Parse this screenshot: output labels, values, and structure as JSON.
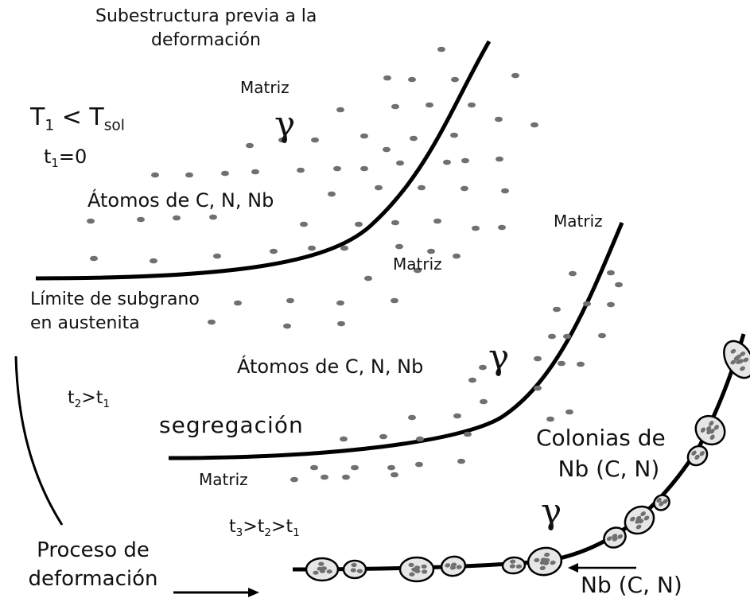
{
  "labels": {
    "substructure_line1": "Subestructura previa a la",
    "substructure_line2": "deformación",
    "matriz": "Matriz",
    "gamma": "γ",
    "T1": "T",
    "T1_sub": "1",
    "lt": "<",
    "Tsol": "T",
    "Tsol_sub": "sol",
    "t1_t": "t",
    "t1_sub": "1",
    "t1_eq": "=0",
    "atoms": "Átomos de C, N, Nb",
    "subgrain_line1": "Límite de subgrano",
    "subgrain_line2": "en austenita",
    "t2_t": "t",
    "t2_sub": "2",
    "t2_gt": ">t",
    "t2_sub1": "1",
    "segregation": "segregación",
    "colonies_line1": "Colonias de",
    "colonies_line2": "Nb (C, N)",
    "t3_t": "t",
    "t3_sub": "3",
    "t3_gt1": ">t",
    "t3_sub2": "2",
    "t3_gt2": ">t",
    "t3_sub1": "1",
    "process_line1": "Proceso de",
    "process_line2": "deformación",
    "nbcn": "Nb (C, N)"
  },
  "colors": {
    "line": "#000000",
    "dot_fill": "#707070",
    "precip_fill": "#e6e6e6"
  }
}
